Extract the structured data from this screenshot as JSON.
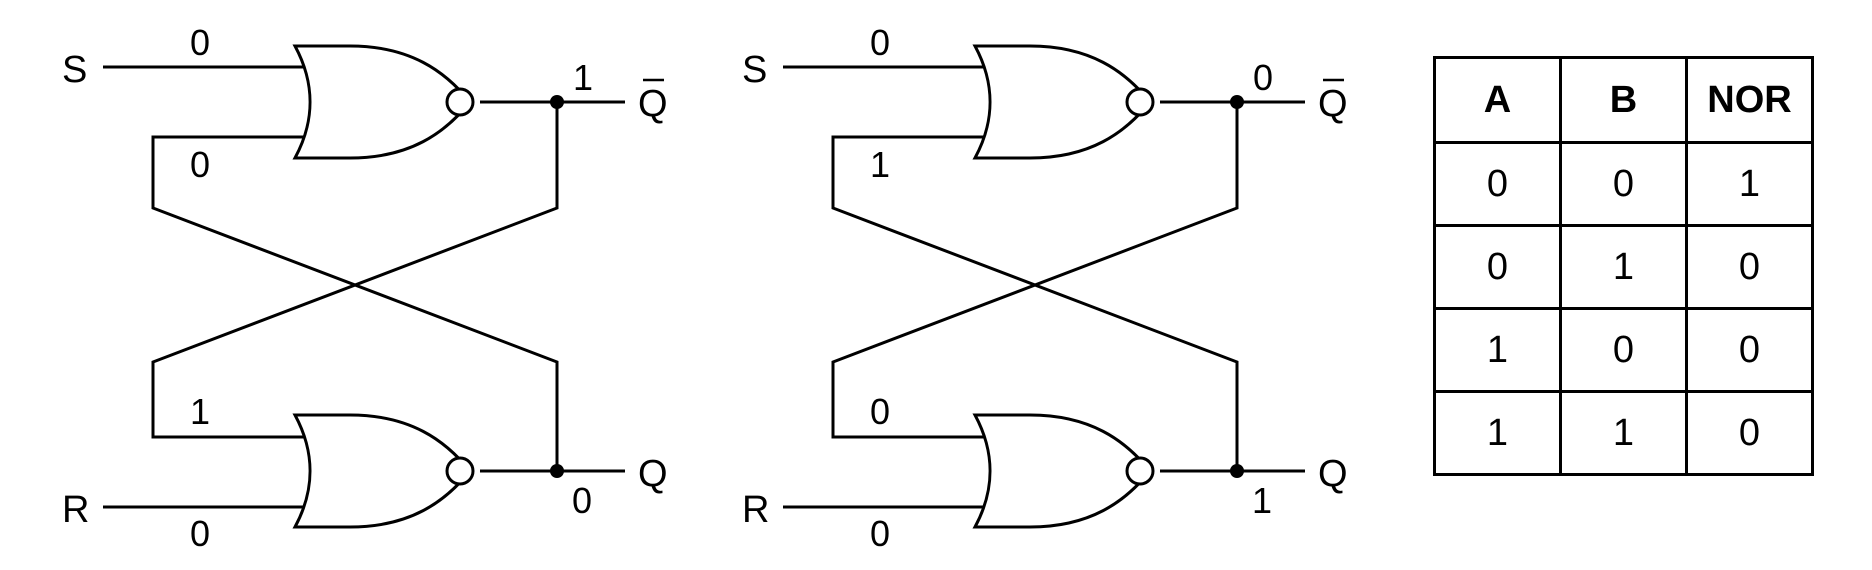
{
  "circuits": [
    {
      "input_top": "S",
      "input_bottom": "R",
      "output_top": "Q",
      "output_top_overline": true,
      "output_bottom": "Q",
      "bits": {
        "s_in": "0",
        "top_feedback_in": "0",
        "q_bar_out": "1",
        "bottom_feedback_in": "1",
        "r_in": "0",
        "q_out": "0"
      }
    },
    {
      "input_top": "S",
      "input_bottom": "R",
      "output_top": "Q",
      "output_top_overline": true,
      "output_bottom": "Q",
      "bits": {
        "s_in": "0",
        "top_feedback_in": "1",
        "q_bar_out": "0",
        "bottom_feedback_in": "0",
        "r_in": "0",
        "q_out": "1"
      }
    }
  ],
  "truth_table": {
    "headers": [
      "A",
      "B",
      "NOR"
    ],
    "rows": [
      [
        "0",
        "0",
        "1"
      ],
      [
        "0",
        "1",
        "0"
      ],
      [
        "1",
        "0",
        "0"
      ],
      [
        "1",
        "1",
        "0"
      ]
    ]
  }
}
